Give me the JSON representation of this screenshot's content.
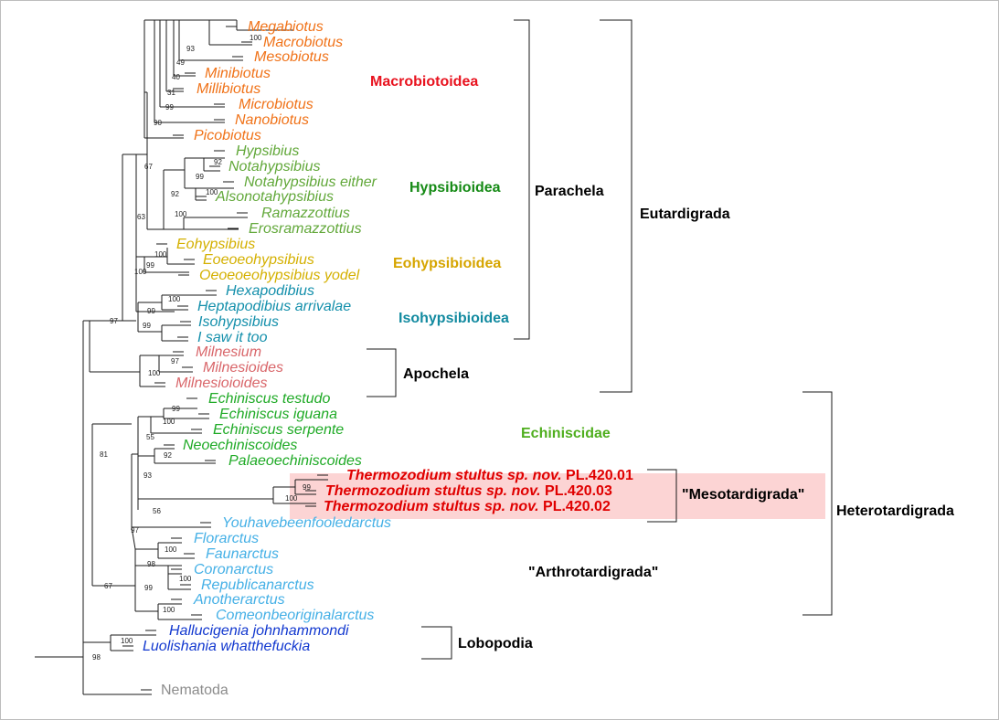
{
  "colors": {
    "macro": "#f07218",
    "hyps": "#62a83a",
    "eohyps": "#d4b000",
    "isohyps": "#138fab",
    "milnes": "#d9666a",
    "echin": "#1faa26",
    "thermo": "#e00000",
    "arthro": "#45b0e6",
    "lobo": "#1238cf",
    "nema": "#8c8c8c",
    "highlight": "#fcd4d4",
    "label_macro": "#e8121e",
    "label_hyps": "#158a15",
    "label_eohyps": "#d6a500",
    "label_isohyps": "#128aa0",
    "label_echin": "#4fae1e",
    "label_default": "#000000"
  },
  "taxa": [
    {
      "name": "Megabiotus",
      "color": "macro"
    },
    {
      "name": "Macrobiotus",
      "color": "macro"
    },
    {
      "name": "Mesobiotus",
      "color": "macro"
    },
    {
      "name": "Minibiotus",
      "color": "macro"
    },
    {
      "name": "Millibiotus",
      "color": "macro"
    },
    {
      "name": "Microbiotus",
      "color": "macro"
    },
    {
      "name": "Nanobiotus",
      "color": "macro"
    },
    {
      "name": "Picobiotus",
      "color": "macro"
    },
    {
      "name": "Hypsibius",
      "color": "hyps"
    },
    {
      "name": "Notahypsibius",
      "color": "hyps"
    },
    {
      "name": "Notahypsibius either",
      "color": "hyps"
    },
    {
      "name": "Alsonotahypsibius",
      "color": "hyps"
    },
    {
      "name": "Ramazzottius",
      "color": "hyps"
    },
    {
      "name": "Erosramazzottius",
      "color": "hyps"
    },
    {
      "name": "Eohypsibius",
      "color": "eohyps"
    },
    {
      "name": "Eoeoeohypsibius",
      "color": "eohyps"
    },
    {
      "name": "Oeoeoeohypsibius yodel",
      "color": "eohyps"
    },
    {
      "name": "Hexapodibius",
      "color": "isohyps"
    },
    {
      "name": "Heptapodibius arrivalae",
      "color": "isohyps"
    },
    {
      "name": "Isohypsibius",
      "color": "isohyps"
    },
    {
      "name": "I saw it too",
      "color": "isohyps"
    },
    {
      "name": "Milnesium",
      "color": "milnes"
    },
    {
      "name": "Milnesioides",
      "color": "milnes"
    },
    {
      "name": "Milnesioioides",
      "color": "milnes"
    },
    {
      "name": "Echiniscus testudo",
      "color": "echin"
    },
    {
      "name": "Echiniscus iguana",
      "color": "echin"
    },
    {
      "name": "Echiniscus serpente",
      "color": "echin"
    },
    {
      "name": "Neoechiniscoides",
      "color": "echin"
    },
    {
      "name": "Palaeoechiniscoides",
      "color": "echin"
    },
    {
      "name": "Thermozodium stultus sp. nov.",
      "suffix": " PL.420.01",
      "color": "thermo",
      "bold": true
    },
    {
      "name": "Thermozodium stultus sp. nov.",
      "suffix": " PL.420.03",
      "color": "thermo",
      "bold": true
    },
    {
      "name": "Thermozodium stultus sp. nov.",
      "suffix": " PL.420.02",
      "color": "thermo",
      "bold": true
    },
    {
      "name": "Youhavebeenfooledarctus",
      "color": "arthro"
    },
    {
      "name": "Florarctus",
      "color": "arthro"
    },
    {
      "name": "Faunarctus",
      "color": "arthro"
    },
    {
      "name": "Coronarctus",
      "color": "arthro"
    },
    {
      "name": "Republicanarctus",
      "color": "arthro"
    },
    {
      "name": "Anotherarctus",
      "color": "arthro"
    },
    {
      "name": "Comeonbeoriginalarctus",
      "color": "arthro"
    },
    {
      "name": "Hallucigenia johnhammondi",
      "color": "lobo"
    },
    {
      "name": "Luolishania whatthefuckia",
      "color": "lobo"
    },
    {
      "name": "Nematoda",
      "color": "nema",
      "upright": true
    }
  ],
  "supports": [
    "100",
    "93",
    "49",
    "40",
    "31",
    "99",
    "90",
    "92",
    "99",
    "100",
    "92",
    "67",
    "100",
    "63",
    "100",
    "99",
    "100",
    "100",
    "99",
    "99",
    "97",
    "97",
    "100",
    "99",
    "100",
    "55",
    "92",
    "93",
    "99",
    "100",
    "56",
    "100",
    "98",
    "100",
    "99",
    "67",
    "100",
    "97",
    "81",
    "100",
    "98"
  ],
  "clades": {
    "macrobiotoidea": "Macrobiotoidea",
    "hypsibioidea": "Hypsibioidea",
    "eohypsibioidea": "Eohypsibioidea",
    "isohypsibioidea": "Isohypsibioidea",
    "parachela": "Parachela",
    "eutardigrada": "Eutardigrada",
    "apochela": "Apochela",
    "echiniscidae": "Echiniscidae",
    "mesotardigrada": "\"Mesotardigrada\"",
    "heterotardigrada": "Heterotardigrada",
    "arthrotardigrada": "\"Arthrotardigrada\"",
    "lobopodia": "Lobopodia"
  }
}
